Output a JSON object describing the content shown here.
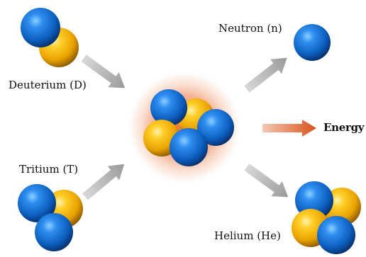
{
  "labels": {
    "deuterium": "Deuterium (D)",
    "tritium": "Tritium (T)",
    "neutron": "Neutron (n)",
    "helium": "Helium (He)",
    "energy": "Energy"
  },
  "colors": {
    "proton": "#1565c0",
    "neutron": "#f5b400",
    "arrow": "#a8a8a8",
    "glow": "#e06a3c"
  }
}
